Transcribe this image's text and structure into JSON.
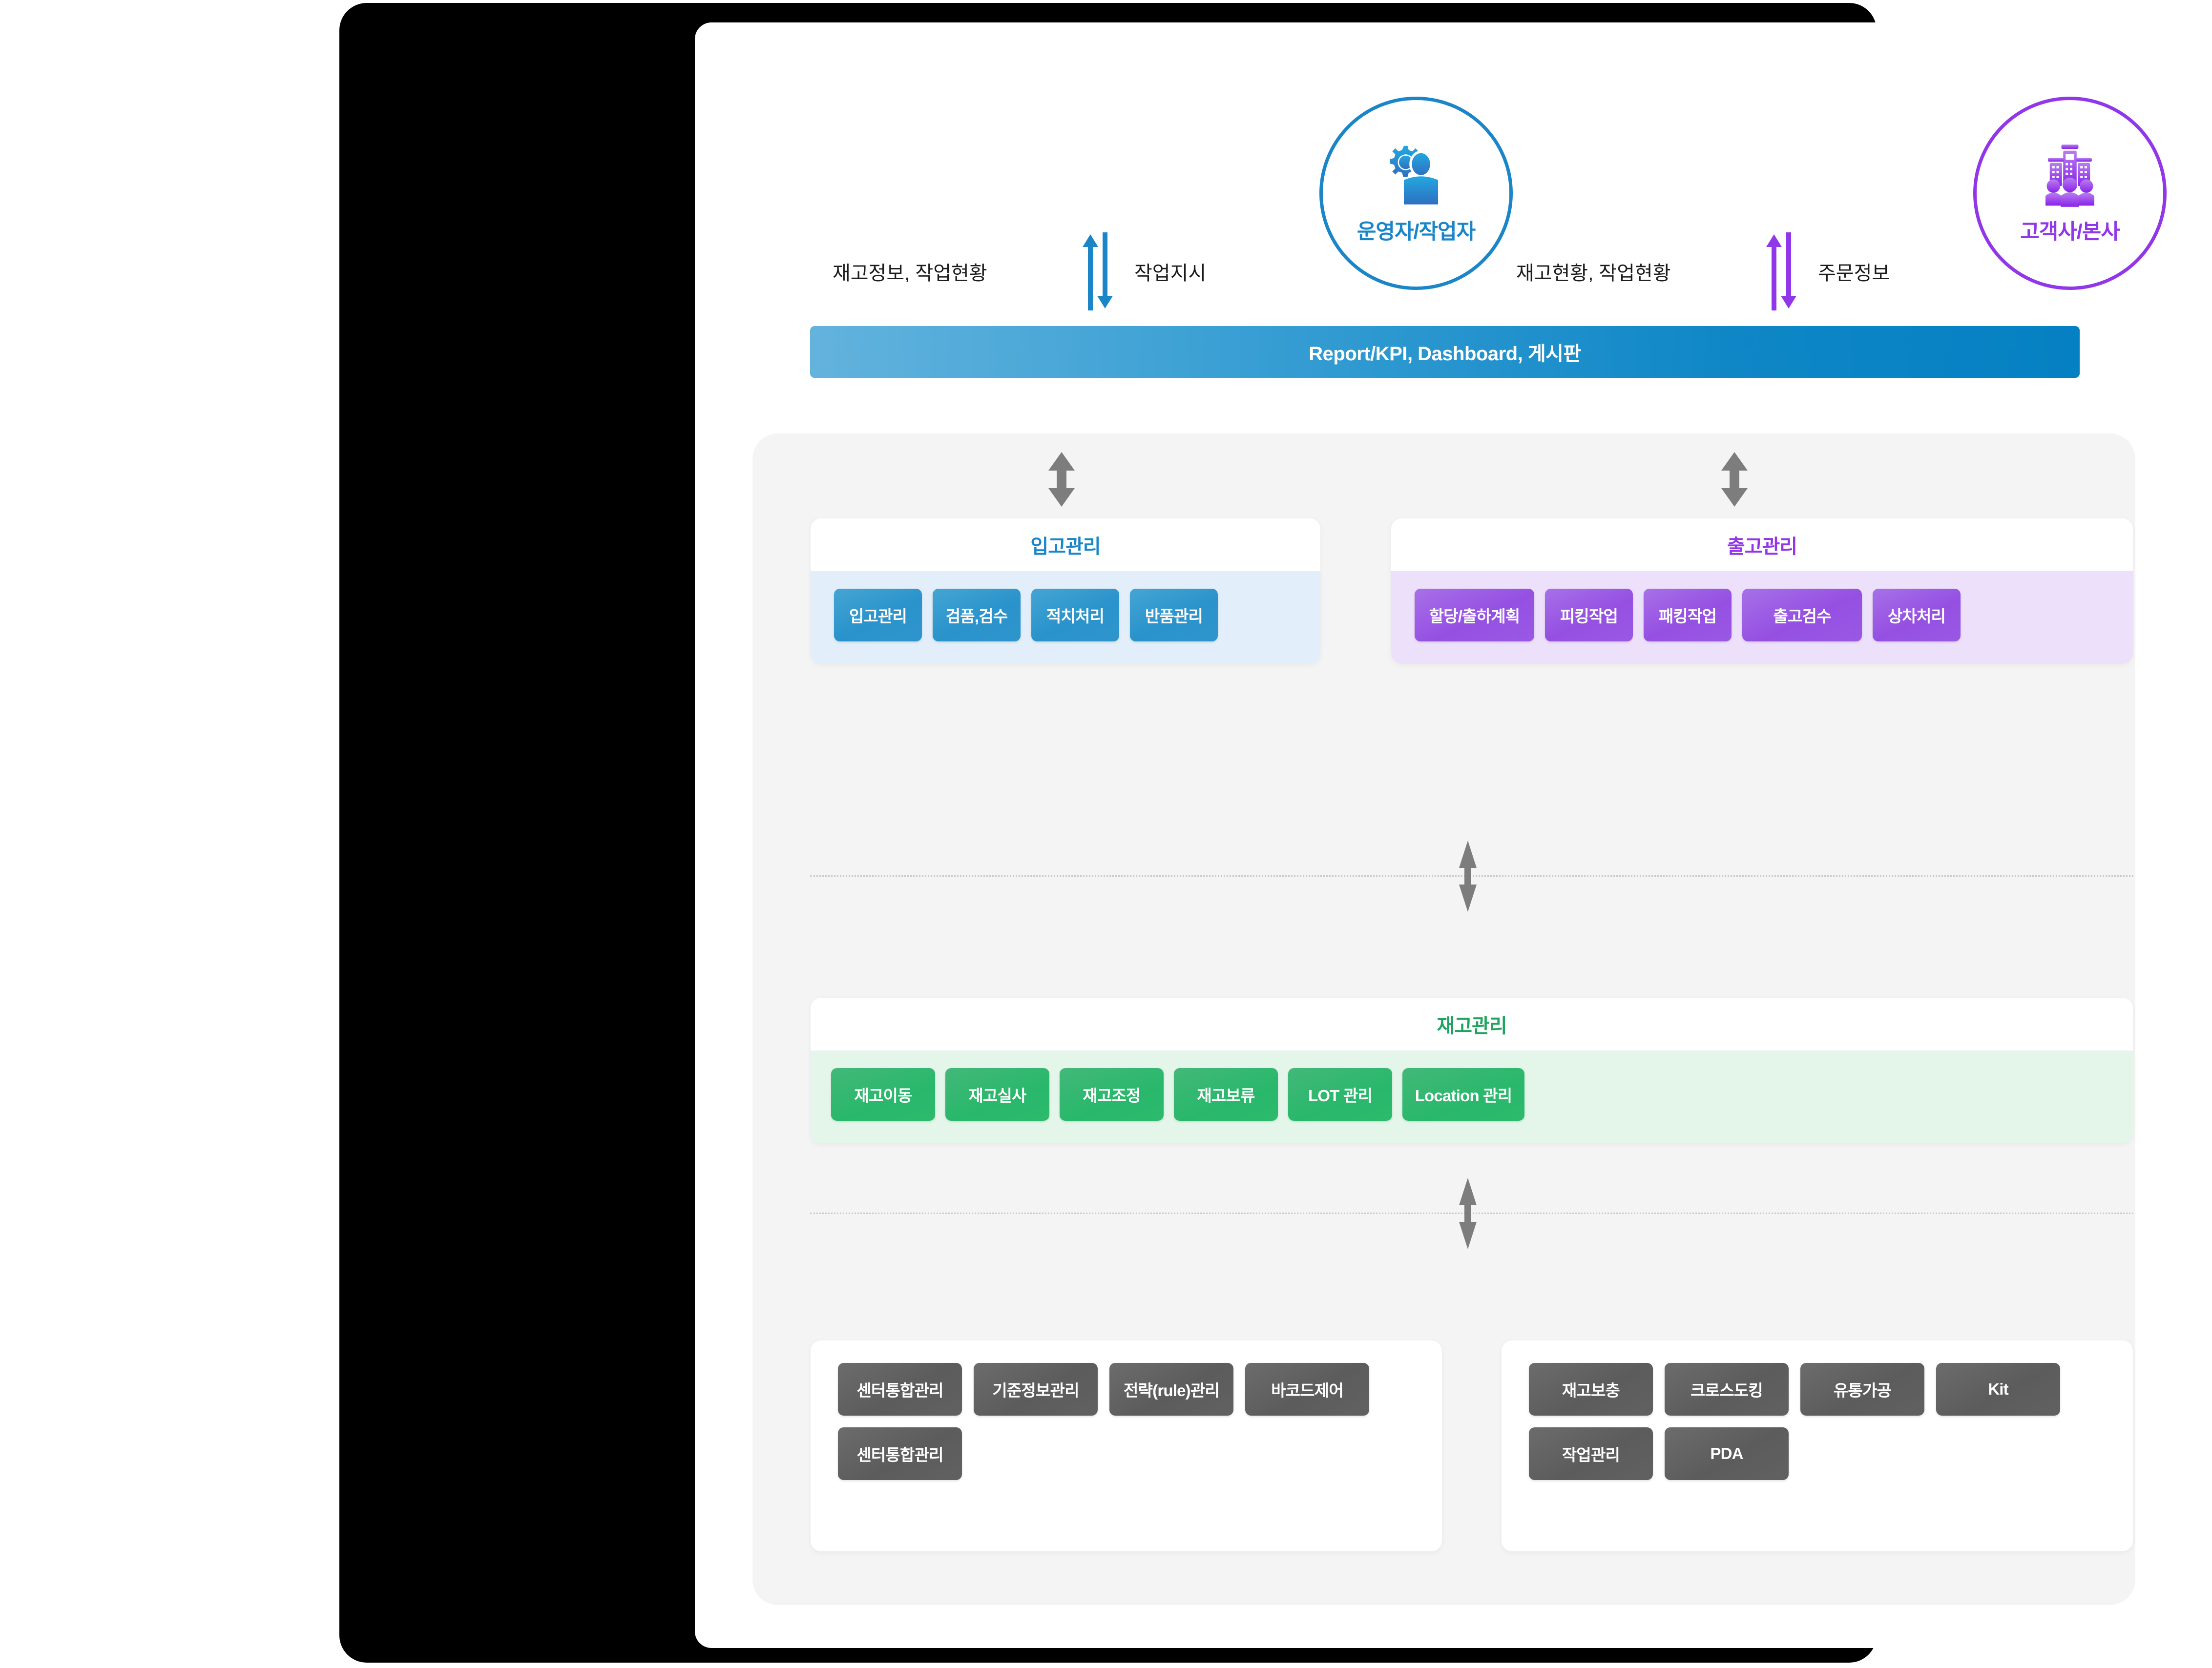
{
  "actors": [
    {
      "id": "operator",
      "label": "운영자/작업자",
      "icon": "user-gear-icon",
      "color": "#1a86c8"
    },
    {
      "id": "customer",
      "label": "고객사/본사",
      "icon": "office-people-icon",
      "color": "#9136e8"
    }
  ],
  "flows": [
    {
      "id": "operator-flow",
      "up_label": "재고정보, 작업현황",
      "down_label": "작업지시",
      "color": "#1a86c8"
    },
    {
      "id": "customer-flow",
      "up_label": "재고현황, 작업현황",
      "down_label": "주문정보",
      "color": "#9136e8"
    }
  ],
  "banner": {
    "label": "Report/KPI, Dashboard, 게시판",
    "gradient_from": "#63b3dd",
    "gradient_to": "#0580c2"
  },
  "panels": {
    "inbound": {
      "title": "입고관리",
      "accent": "#1a86c8",
      "body_bg": "#e2eef9",
      "items": [
        "입고관리",
        "검품,검수",
        "적치처리",
        "반품관리"
      ]
    },
    "outbound": {
      "title": "출고관리",
      "accent": "#9136e8",
      "body_bg": "#ece0fa",
      "items": [
        "할당/출하계획",
        "피킹작업",
        "패킹작업",
        "출고검수",
        "상차처리"
      ]
    },
    "inventory": {
      "title": "재고관리",
      "accent": "#1fa45f",
      "body_bg": "#e4f6ea",
      "items": [
        "재고이동",
        "재고실사",
        "재고조정",
        "재고보류",
        "LOT 관리",
        "Location 관리"
      ]
    },
    "base": {
      "accent": "#5c5c5c",
      "items": [
        "센터통합관리",
        "기준정보관리",
        "전략(rule)관리",
        "바코드제어",
        "센터통합관리"
      ]
    },
    "extra": {
      "accent": "#5c5c5c",
      "items": [
        "재고보충",
        "크로스도킹",
        "유통가공",
        "Kit",
        "작업관리",
        "PDA"
      ]
    }
  },
  "connectors": {
    "banner_to_inbound": "double-arrow-vertical-icon",
    "banner_to_outbound": "double-arrow-vertical-icon",
    "inbound_to_inventory": "double-arrow-vertical-icon",
    "inventory_to_base": "double-arrow-vertical-icon"
  }
}
